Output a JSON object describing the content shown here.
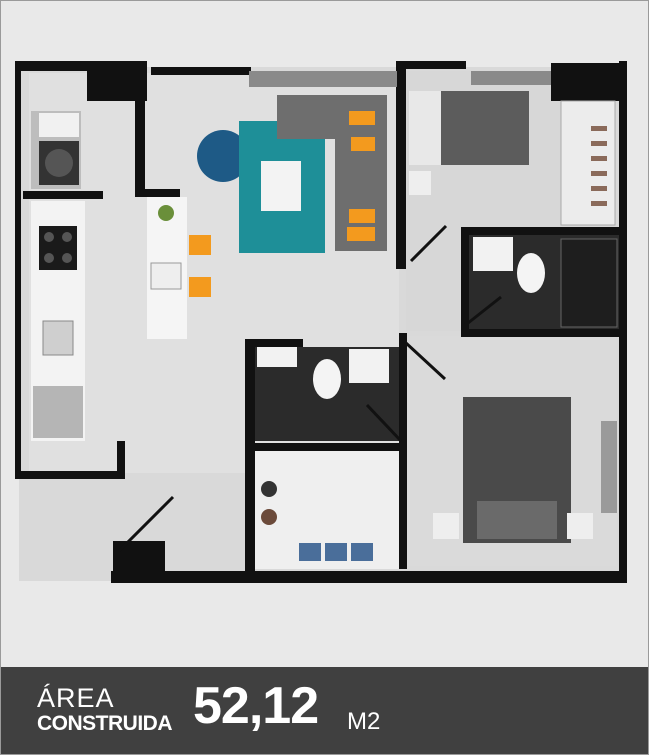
{
  "floorplan": {
    "area_label_line1": "ÁREA",
    "area_label_line2": "CONSTRUIDA",
    "area_value": "52,12",
    "area_unit": "M2"
  },
  "colors": {
    "background": "#e9e9e9",
    "footer": "#404040",
    "wall": "#111111",
    "floor": "#dcdcdc",
    "rug": "#1e8f98",
    "accent_orange": "#f39a1e",
    "chair_blue": "#1e5a86"
  }
}
